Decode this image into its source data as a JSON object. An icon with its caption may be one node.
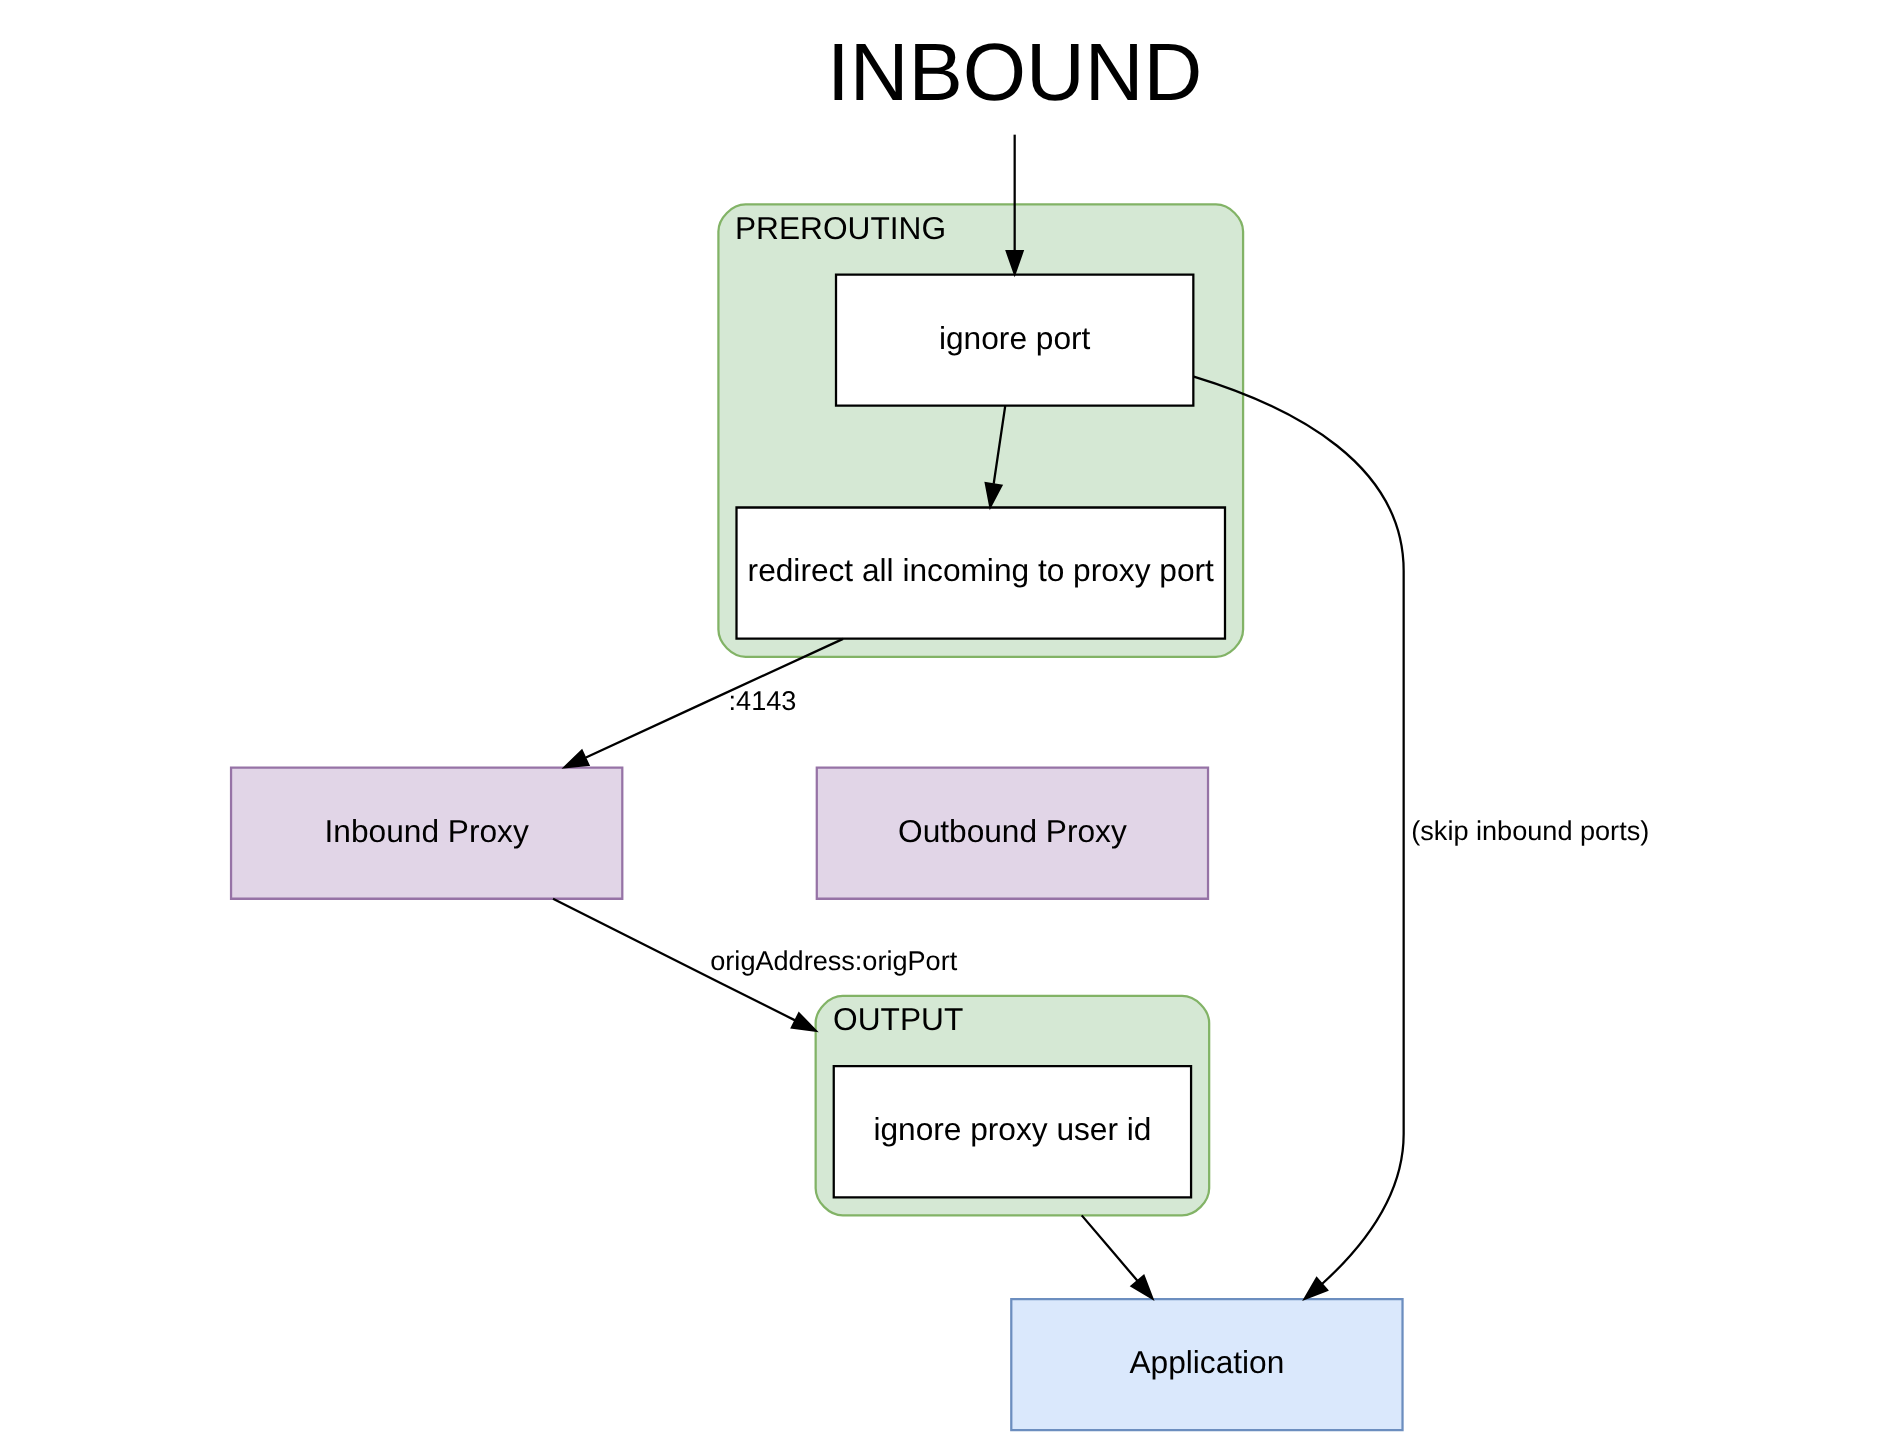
{
  "diagram": {
    "nodes": [
      {
        "text": [
          "INBOUND"
        ]
      },
      {
        "text": [
          "PREROUTING"
        ]
      },
      {
        "text": [
          "ignore port"
        ],
        "in": 1
      },
      {
        "text": [
          "redirect all incoming to proxy port"
        ],
        "in": 1
      },
      {
        "text": [
          "Inbound Proxy"
        ]
      },
      {
        "text": [
          "Outbound Proxy"
        ]
      },
      {
        "text": [
          "OUTPUT"
        ]
      },
      {
        "text": [
          "ignore proxy user id"
        ],
        "in": 6
      },
      {
        "text": [
          "Application"
        ]
      }
    ],
    "edges": [
      {
        "from": 0,
        "to": 2,
        "arrow": "to"
      },
      {
        "from": 2,
        "to": 3,
        "arrow": "to"
      },
      {
        "from": 3,
        "to": 4,
        "arrow": "to",
        "label": ":4143"
      },
      {
        "from": 2,
        "to": 8,
        "arrow": "to",
        "label": "(skip inbound ports)"
      },
      {
        "from": 4,
        "to": 6,
        "arrow": "to",
        "label": "origAddress:origPort"
      },
      {
        "from": 6,
        "to": 8,
        "arrow": "to"
      }
    ]
  }
}
